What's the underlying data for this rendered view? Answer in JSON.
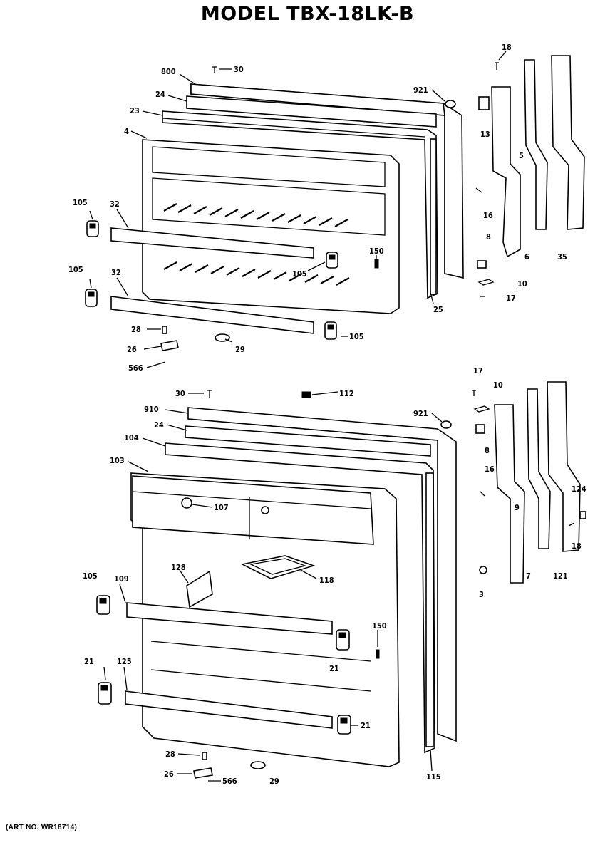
{
  "title": "MODEL TBX-18LK-B",
  "art_number": "(ART NO. WR18714)",
  "upper_labels": {
    "l30": "30",
    "l800": "800",
    "l24": "24",
    "l23": "23",
    "l4": "4",
    "l105a": "105",
    "l32a": "32",
    "l105b": "105",
    "l32b": "32",
    "l150": "150",
    "l105c": "105",
    "l105d": "105",
    "l25": "25",
    "l28": "28",
    "l26": "26",
    "l566": "566",
    "l29": "29",
    "l921": "921",
    "l18": "18",
    "l13": "13",
    "l5": "5",
    "l16": "16",
    "l8": "8",
    "l6": "6",
    "l35": "35",
    "l10": "10",
    "l17": "17"
  },
  "lower_labels": {
    "l30": "30",
    "l112": "112",
    "l910": "910",
    "l24": "24",
    "l104": "104",
    "l103": "103",
    "l107": "107",
    "l128": "128",
    "l118": "118",
    "l105": "105",
    "l109": "109",
    "l150": "150",
    "l21a": "21",
    "l21b": "21",
    "l125": "125",
    "l21c": "21",
    "l115": "115",
    "l28": "28",
    "l26": "26",
    "l566": "566",
    "l29": "29",
    "l921": "921",
    "l17": "17",
    "l10": "10",
    "l8": "8",
    "l16": "16",
    "l9": "9",
    "l3": "3",
    "l7": "7",
    "l124": "124",
    "l18": "18",
    "l121": "121"
  }
}
